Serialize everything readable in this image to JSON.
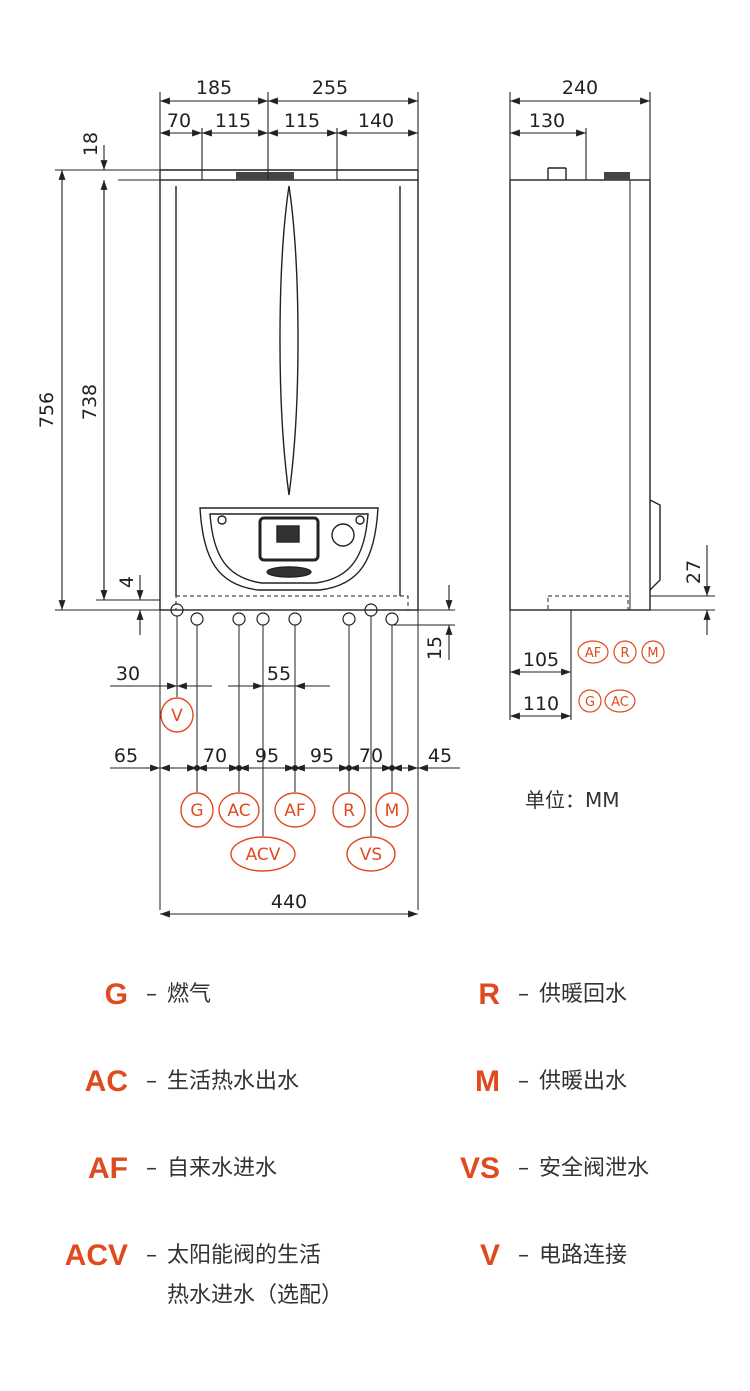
{
  "front_view": {
    "top_dims": {
      "left_width": "185",
      "right_width": "255"
    },
    "sub_dims": {
      "a": "70",
      "b": "115",
      "c": "115",
      "d": "140"
    },
    "top_offset": "18",
    "overall_height": "756",
    "body_height": "738",
    "bottom_offset": "4",
    "pipe_offset": "15",
    "v_offset": "30",
    "center_spacing": "55",
    "spacings": [
      "65",
      "70",
      "95",
      "95",
      "70",
      "45"
    ],
    "overall_width": "440",
    "connection_codes": {
      "v": "V",
      "row1": [
        "G",
        "AC",
        "AF",
        "R",
        "M"
      ],
      "row2": [
        "ACV",
        "VS"
      ]
    }
  },
  "side_view": {
    "depth": "240",
    "top_offset": "130",
    "bottom_height": "27",
    "dim_105": "105",
    "dim_110": "110",
    "codes_105": [
      "AF",
      "R",
      "M"
    ],
    "codes_110": [
      "G",
      "AC"
    ]
  },
  "unit_label": "单位：MM",
  "legend": [
    {
      "code": "G",
      "desc": "燃气"
    },
    {
      "code": "AC",
      "desc": "生活热水出水"
    },
    {
      "code": "AF",
      "desc": "自来水进水"
    },
    {
      "code": "ACV",
      "desc": "太阳能阀的生活热水进水（选配）",
      "desc_line1": "太阳能阀的生活",
      "desc_line2": "热水进水（选配）"
    },
    {
      "code": "R",
      "desc": "供暖回水"
    },
    {
      "code": "M",
      "desc": "供暖出水"
    },
    {
      "code": "VS",
      "desc": "安全阀泄水"
    },
    {
      "code": "V",
      "desc": "电路连接"
    }
  ],
  "colors": {
    "accent": "#e04a1f",
    "line": "#222222"
  }
}
